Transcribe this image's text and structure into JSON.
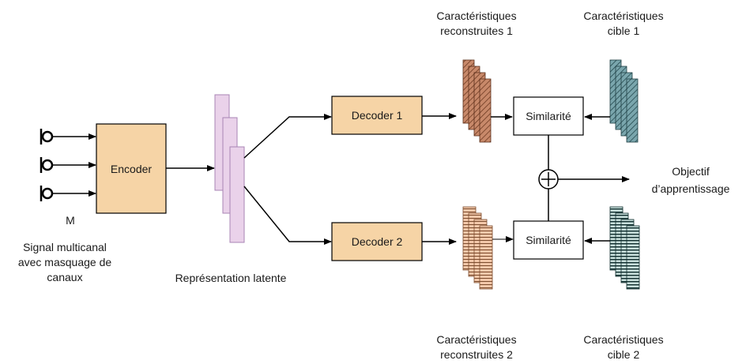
{
  "colors": {
    "encoder_fill": "#f6d4a6",
    "decoder_fill": "#f6d4a6",
    "latent_fill": "#ead2ea",
    "latent_stroke": "#a884b4",
    "recon1_fill": "#c8896a",
    "recon2_fill": "#eeb89a",
    "target1_fill": "#6d9aa1",
    "target2_fill": "#2f5f5f",
    "line": "#000000"
  },
  "labels": {
    "encoder": "Encoder",
    "decoder1": "Decoder 1",
    "decoder2": "Decoder 2",
    "similarity1": "Similarité",
    "similarity2": "Similarité",
    "mic_count": "M",
    "input_line1": "Signal multicanal",
    "input_line2": "avec masquage de",
    "input_line3": "canaux",
    "latent": "Représentation latente",
    "recon1_line1": "Caractéristiques",
    "recon1_line2": "reconstruites 1",
    "target1_line1": "Caractéristiques",
    "target1_line2": "cible 1",
    "recon2_line1": "Caractéristiques",
    "recon2_line2": "reconstruites 2",
    "target2_line1": "Caractéristiques",
    "target2_line2": "cible 2",
    "objective_line1": "Objectif",
    "objective_line2": "d’apprentissage",
    "sum_symbol": "+"
  },
  "icons": [
    "microphone-icon",
    "microphone-icon",
    "microphone-icon",
    "plus-circle-icon"
  ]
}
